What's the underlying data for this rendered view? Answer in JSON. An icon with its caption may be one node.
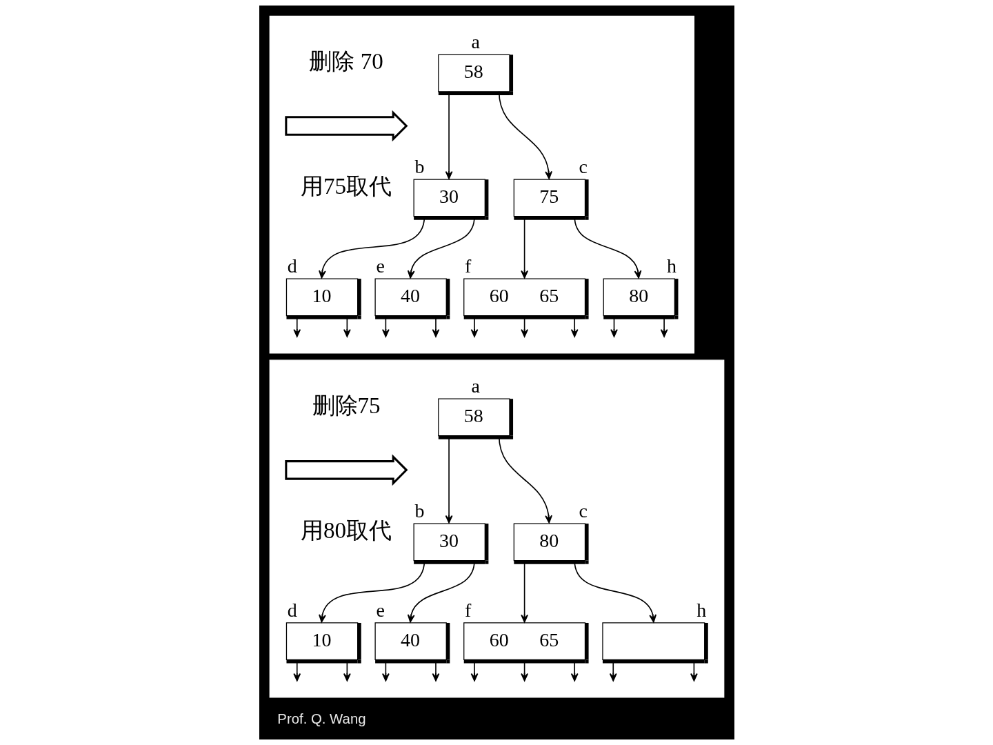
{
  "diagram": {
    "nodes": [
      {
        "text": [],
        "shape": "box"
      },
      {
        "text": [],
        "shape": "arrow",
        "in": 0
      },
      {
        "text": [
          "58"
        ],
        "beside": [
          "a"
        ],
        "in": 0
      },
      {
        "text": [
          "30"
        ],
        "beside": [
          "b"
        ],
        "in": 0
      },
      {
        "text": [
          "75"
        ],
        "beside": [
          "c"
        ],
        "in": 0
      },
      {
        "text": [
          "10"
        ],
        "beside": [
          "d"
        ],
        "in": 0
      },
      {
        "text": [
          "40"
        ],
        "beside": [
          "e"
        ],
        "in": 0
      },
      {
        "text": [
          "60",
          "65"
        ],
        "beside": [
          "f"
        ],
        "in": 0
      },
      {
        "text": [
          "80"
        ],
        "beside": [
          "h"
        ],
        "in": 0
      },
      {
        "text": [],
        "shape": "box"
      },
      {
        "text": [],
        "shape": "arrow",
        "in": 9
      },
      {
        "text": [
          "58"
        ],
        "beside": [
          "a"
        ],
        "in": 9
      },
      {
        "text": [
          "30"
        ],
        "beside": [
          "b"
        ],
        "in": 9
      },
      {
        "text": [
          "80"
        ],
        "beside": [
          "c"
        ],
        "in": 9
      },
      {
        "text": [
          "10"
        ],
        "beside": [
          "d"
        ],
        "in": 9
      },
      {
        "text": [
          "40"
        ],
        "beside": [
          "e"
        ],
        "in": 9
      },
      {
        "text": [
          "60",
          "65"
        ],
        "beside": [
          "f"
        ],
        "in": 9
      },
      {
        "text": [],
        "shape": "box",
        "beside": [
          "h"
        ],
        "in": 9
      }
    ],
    "edges": [
      {
        "from": 2,
        "to": 3,
        "arrow": "to"
      },
      {
        "from": 2,
        "to": 4,
        "arrow": "to"
      },
      {
        "from": 3,
        "to": 5,
        "arrow": "to"
      },
      {
        "from": 3,
        "to": 6,
        "arrow": "to"
      },
      {
        "from": 4,
        "to": 7,
        "arrow": "to"
      },
      {
        "from": 4,
        "to": 8,
        "arrow": "to"
      },
      {
        "from": 5,
        "to": null,
        "arrow": "to"
      },
      {
        "from": 5,
        "to": null,
        "arrow": "to"
      },
      {
        "from": 6,
        "to": null,
        "arrow": "to"
      },
      {
        "from": 6,
        "to": null,
        "arrow": "to"
      },
      {
        "from": 7,
        "to": null,
        "arrow": "to"
      },
      {
        "from": 7,
        "to": null,
        "arrow": "to"
      },
      {
        "from": 7,
        "to": null,
        "arrow": "to"
      },
      {
        "from": 8,
        "to": null,
        "arrow": "to"
      },
      {
        "from": 8,
        "to": null,
        "arrow": "to"
      },
      {
        "from": 11,
        "to": 12,
        "arrow": "to"
      },
      {
        "from": 11,
        "to": 13,
        "arrow": "to"
      },
      {
        "from": 12,
        "to": 14,
        "arrow": "to"
      },
      {
        "from": 12,
        "to": 15,
        "arrow": "to"
      },
      {
        "from": 13,
        "to": 16,
        "arrow": "to"
      },
      {
        "from": 13,
        "to": 17,
        "arrow": "to"
      },
      {
        "from": 14,
        "to": null,
        "arrow": "to"
      },
      {
        "from": 14,
        "to": null,
        "arrow": "to"
      },
      {
        "from": 15,
        "to": null,
        "arrow": "to"
      },
      {
        "from": 15,
        "to": null,
        "arrow": "to"
      },
      {
        "from": 16,
        "to": null,
        "arrow": "to"
      },
      {
        "from": 16,
        "to": null,
        "arrow": "to"
      },
      {
        "from": 16,
        "to": null,
        "arrow": "to"
      },
      {
        "from": 17,
        "to": null,
        "arrow": "to"
      },
      {
        "from": 17,
        "to": null,
        "arrow": "to"
      }
    ],
    "labels": [
      "删除 70",
      "用75取代",
      "删除75",
      "用80取代",
      "Prof. Q. Wang"
    ]
  }
}
